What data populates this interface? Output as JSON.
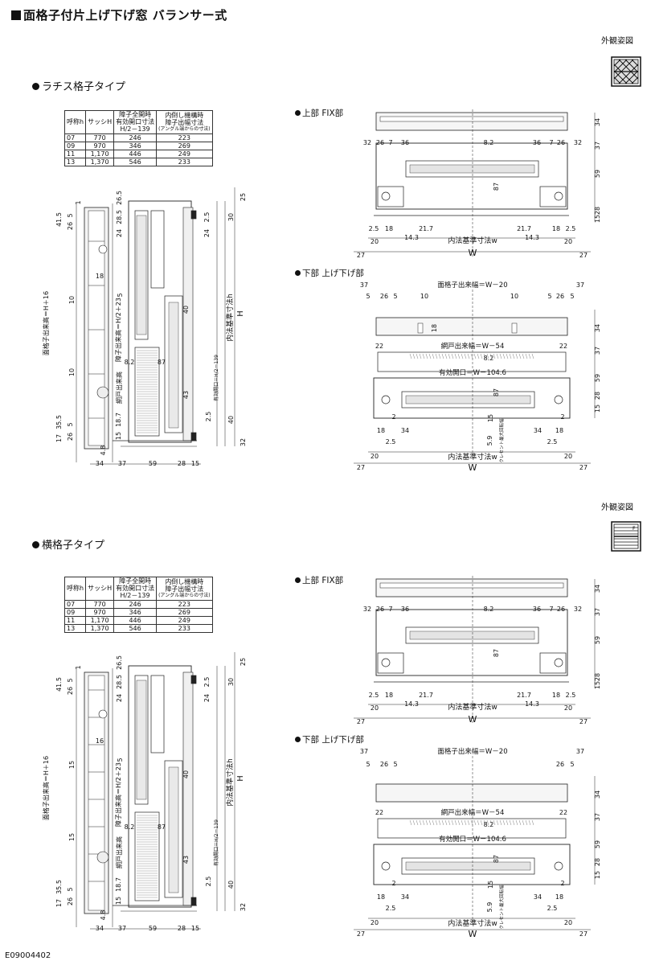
{
  "title": "面格子付片上げ下げ窓 バランサー式",
  "exterior_label": "外観姿図",
  "footer_code": "E09004402",
  "table_headers": {
    "col1": "呼称h",
    "col2": "サッシH",
    "col3_l1": "障子全開時",
    "col3_l2": "有効開口寸法",
    "col3_l3": "H/2－139",
    "col4_l1": "内倒し機構時",
    "col4_l2": "障子出幅寸法",
    "col4_l3": "(アングル端からの寸法)"
  },
  "sections": [
    {
      "title": "ラチス格子タイプ",
      "rows": [
        [
          "07",
          "770",
          "246",
          "223"
        ],
        [
          "09",
          "970",
          "346",
          "269"
        ],
        [
          "11",
          "1,170",
          "446",
          "249"
        ],
        [
          "13",
          "1,370",
          "546",
          "233"
        ]
      ],
      "upper_label": "上部 FIX部",
      "lower_label": "下部 上げ下げ部",
      "side": {
        "top": [
          "1",
          "26.5",
          "28.5",
          "24",
          "24",
          "2.5",
          "30",
          "25"
        ],
        "left": [
          "41.5",
          "5",
          "26",
          "18",
          "10",
          "10",
          "17",
          "35.5",
          "26",
          "5",
          "4.8",
          "15",
          "18.7"
        ],
        "middle": [
          "5",
          "8.2",
          "87",
          "40",
          "43",
          "2.5",
          "40",
          "32"
        ],
        "bottom": [
          "34",
          "37",
          "59",
          "28",
          "15"
        ],
        "vertical": [
          "面格子出来高＝H＋16",
          "障子出来高＝H/2＋23",
          "網戸出来高",
          "内法基準寸法h",
          "H",
          "有効開口＝H/2－139"
        ]
      },
      "upper": {
        "dims": [
          "32",
          "26",
          "7",
          "36",
          "8.2",
          "36",
          "7",
          "26",
          "32",
          "87",
          "34",
          "37",
          "59",
          "28",
          "15",
          "2.5",
          "18",
          "21.7",
          "14.3",
          "21.7",
          "14.3",
          "18",
          "2.5",
          "20",
          "20",
          "27",
          "27"
        ],
        "inner_label": "内法基準寸法w",
        "W": "W"
      },
      "lower": {
        "dims": [
          "37",
          "37",
          "5",
          "26",
          "5",
          "10",
          "10",
          "5",
          "26",
          "5",
          "18",
          "22",
          "22",
          "8.2",
          "87",
          "34",
          "37",
          "59",
          "15",
          "28",
          "2",
          "2",
          "18",
          "34",
          "34",
          "18",
          "2.5",
          "2.5",
          "15",
          "5.9",
          "20",
          "20",
          "27",
          "27"
        ],
        "labels": [
          "面格子出来幅＝W－20",
          "網戸出来幅＝W－54",
          "有効開口＝W－104.6",
          "クレセント最大回転幅",
          "内法基準寸法w",
          "W"
        ]
      }
    },
    {
      "title": "横格子タイプ",
      "rows": [
        [
          "07",
          "770",
          "246",
          "223"
        ],
        [
          "09",
          "970",
          "346",
          "269"
        ],
        [
          "11",
          "1,170",
          "446",
          "249"
        ],
        [
          "13",
          "1,370",
          "546",
          "233"
        ]
      ],
      "upper_label": "上部 FIX部",
      "lower_label": "下部 上げ下げ部",
      "side": {
        "top": [
          "1",
          "26.5",
          "28.5",
          "24",
          "24",
          "2.5",
          "30",
          "25"
        ],
        "left": [
          "41.5",
          "5",
          "26",
          "16",
          "15",
          "15",
          "17",
          "35.5",
          "26",
          "5",
          "4.8",
          "15",
          "18.7"
        ],
        "middle": [
          "5",
          "8.2",
          "87",
          "40",
          "43",
          "2.5",
          "40",
          "32"
        ],
        "bottom": [
          "34",
          "37",
          "59",
          "28",
          "15"
        ],
        "vertical": [
          "面格子出来高＝H＋16",
          "障子出来高＝H/2＋23",
          "網戸出来高",
          "内法基準寸法h",
          "H",
          "有効開口＝H/2－139"
        ]
      },
      "upper": {
        "dims": [
          "32",
          "26",
          "7",
          "36",
          "8.2",
          "36",
          "7",
          "26",
          "32",
          "87",
          "34",
          "37",
          "59",
          "28",
          "15",
          "2.5",
          "18",
          "21.7",
          "14.3",
          "21.7",
          "14.3",
          "18",
          "2.5",
          "20",
          "20",
          "27",
          "27"
        ],
        "inner_label": "内法基準寸法w",
        "W": "W"
      },
      "lower": {
        "dims": [
          "37",
          "37",
          "5",
          "26",
          "5",
          "26",
          "5",
          "22",
          "22",
          "8.2",
          "87",
          "34",
          "37",
          "59",
          "15",
          "28",
          "2",
          "2",
          "18",
          "34",
          "34",
          "18",
          "2.5",
          "2.5",
          "15",
          "5.9",
          "20",
          "20",
          "27",
          "27"
        ],
        "labels": [
          "面格子出来幅＝W－20",
          "網戸出来幅＝W－54",
          "有効開口＝W－104.6",
          "クレセント最大回転幅",
          "内法基準寸法w",
          "W"
        ]
      }
    }
  ]
}
